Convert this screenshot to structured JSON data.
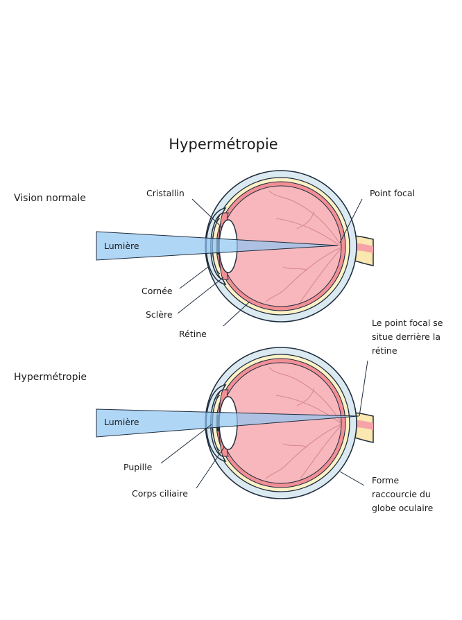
{
  "title": "Hypermétropie",
  "sections": {
    "normal": "Vision normale",
    "hyper": "Hypermétropie"
  },
  "labels": {
    "light": "Lumière",
    "lens": "Cristallin",
    "focal_point": "Point focal",
    "cornea": "Cornée",
    "sclera": "Sclère",
    "retina": "Rétine",
    "focal_behind_1": "Le point focal se",
    "focal_behind_2": "situe derrière la",
    "focal_behind_3": "rétine",
    "pupil": "Pupille",
    "ciliary_body": "Corps ciliaire",
    "short_eye_1": "Forme",
    "short_eye_2": "raccourcie du",
    "short_eye_3": "globe oculaire"
  },
  "colors": {
    "outline": "#1f2d3d",
    "outer_layer": "#dbe9f1",
    "sclera": "#fdf1c6",
    "choroid": "#f28f96",
    "vitreous": "#f7b7bc",
    "vessels": "#d98891",
    "light_beam": "#8fc5f2",
    "lens": "#ffffff"
  }
}
